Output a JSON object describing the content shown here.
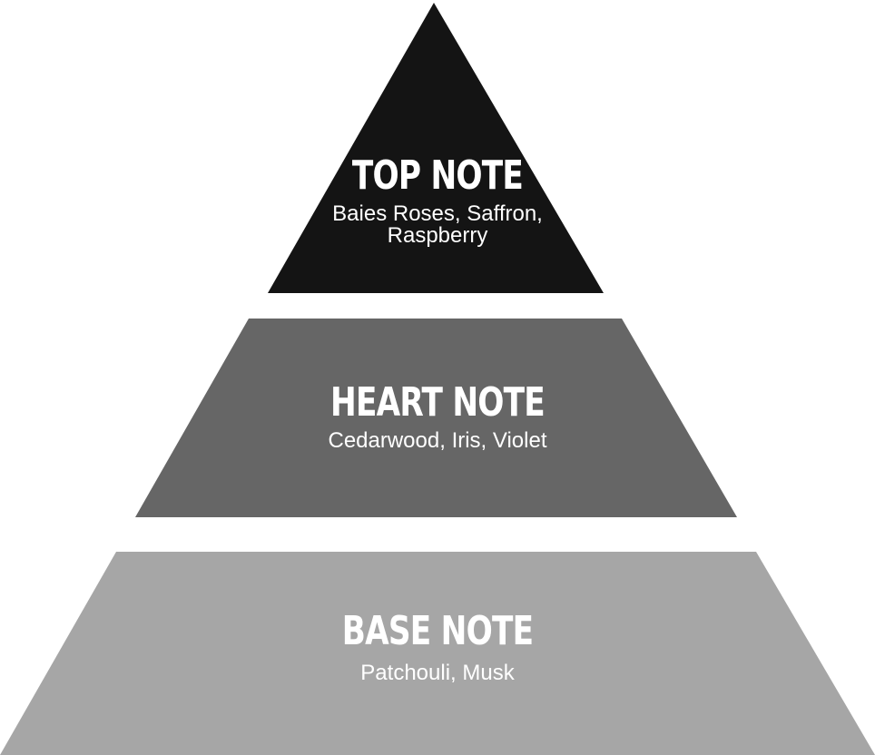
{
  "colors": {
    "top": "#141414",
    "heart": "#666666",
    "base": "#a6a6a6",
    "text": "#ffffff"
  },
  "pyramid": {
    "tiers": [
      {
        "title": "TOP NOTE",
        "notes": "Baies Roses, Saffron, Raspberry"
      },
      {
        "title": "HEART NOTE",
        "notes": "Cedarwood, Iris, Violet"
      },
      {
        "title": "BASE NOTE",
        "notes": "Patchouli, Musk"
      }
    ]
  }
}
